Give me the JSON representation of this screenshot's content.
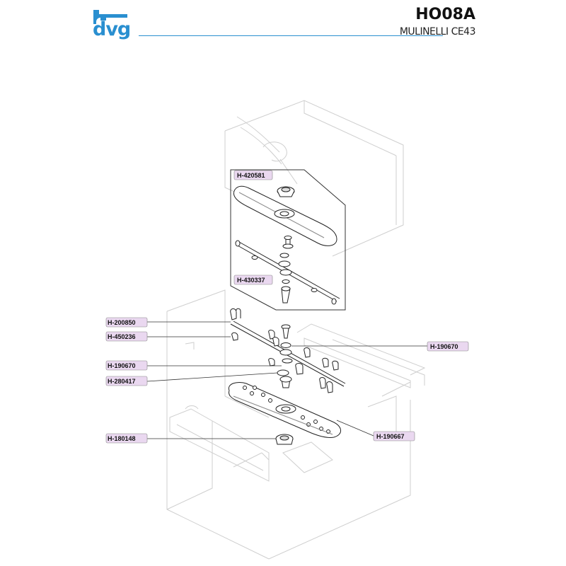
{
  "brand": {
    "name": "dvg",
    "color": "#2a8fd0",
    "logo_icon": "faucet-logo-icon"
  },
  "doc": {
    "code": "HO08A",
    "title": "MULINELLI CE43"
  },
  "colors": {
    "label_bg": "#ead8f0",
    "line": "#222222",
    "ghost": "#cfcfcf"
  },
  "parts": [
    {
      "id": "p-420581",
      "code": "H-420581"
    },
    {
      "id": "p-430337",
      "code": "H-430337"
    },
    {
      "id": "p-200850",
      "code": "H-200850"
    },
    {
      "id": "p-450236",
      "code": "H-450236"
    },
    {
      "id": "p-190670a",
      "code": "H-190670"
    },
    {
      "id": "p-190670b",
      "code": "H-190670"
    },
    {
      "id": "p-280417",
      "code": "H-280417"
    },
    {
      "id": "p-190667",
      "code": "H-190667"
    },
    {
      "id": "p-180148",
      "code": "H-180148"
    }
  ]
}
